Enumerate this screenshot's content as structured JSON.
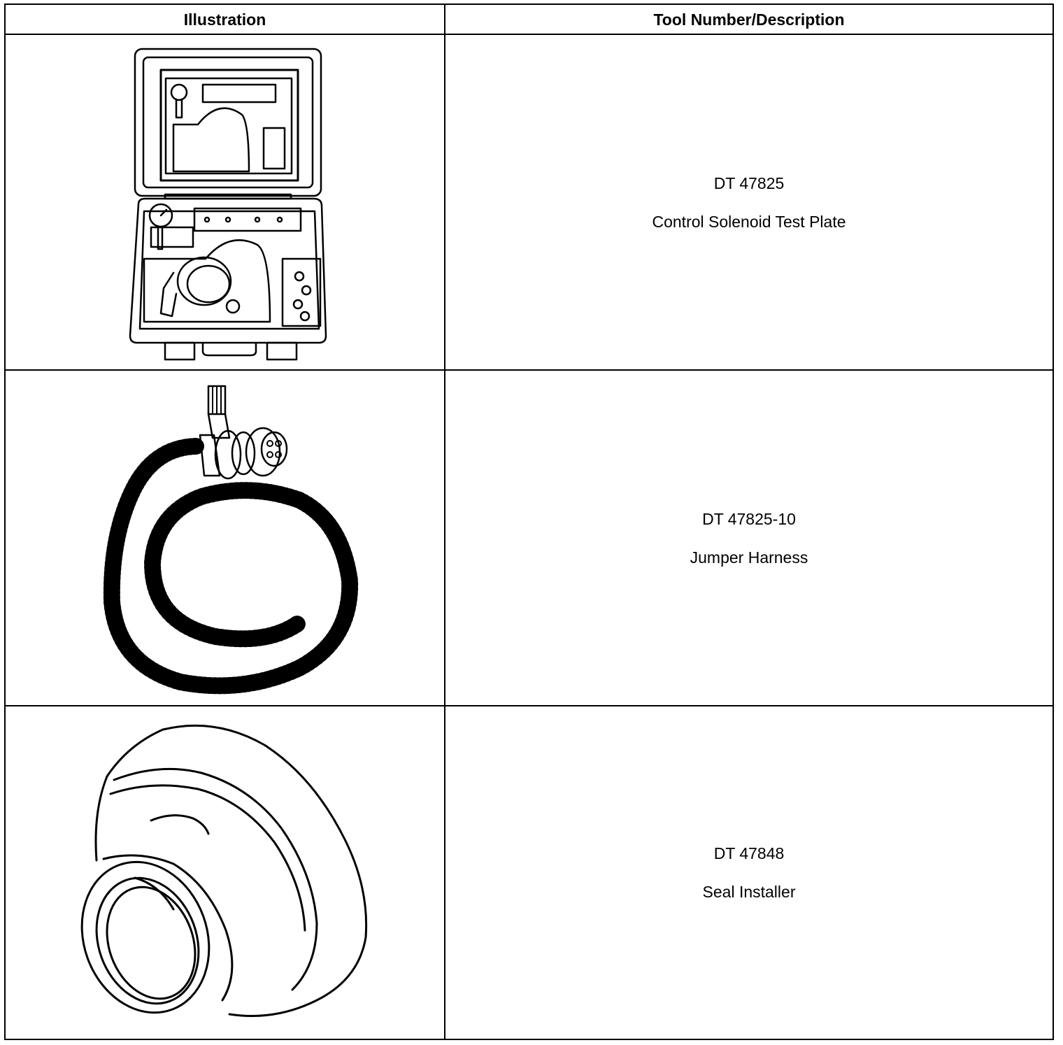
{
  "table": {
    "headers": {
      "illustration": "Illustration",
      "tool": "Tool Number/Description"
    },
    "rows": [
      {
        "number": "DT 47825",
        "description": "Control Solenoid Test Plate",
        "illustration_icon": "tool-case-illustration"
      },
      {
        "number": "DT 47825-10",
        "description": "Jumper Harness",
        "illustration_icon": "jumper-harness-illustration"
      },
      {
        "number": "DT 47848",
        "description": "Seal Installer",
        "illustration_icon": "seal-installer-illustration"
      }
    ]
  }
}
